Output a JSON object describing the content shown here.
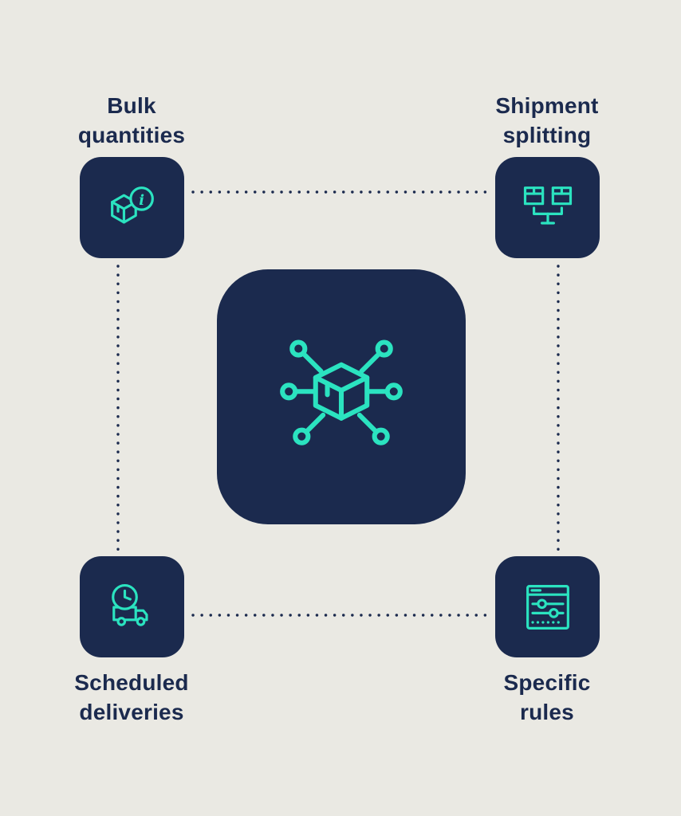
{
  "colors": {
    "background": "#eae9e3",
    "tile": "#1b2a4e",
    "accent": "#2be3c0",
    "text": "#1b2a4e"
  },
  "diagram": {
    "type": "hub-and-corners infographic",
    "center": {
      "icon": "distribution-network-box-icon"
    },
    "nodes": {
      "top_left": {
        "line1": "Bulk",
        "line2": "quantities",
        "icon": "package-info-icon"
      },
      "top_right": {
        "line1": "Shipment",
        "line2": "splitting",
        "icon": "split-packages-icon"
      },
      "bottom_left": {
        "line1": "Scheduled",
        "line2": "deliveries",
        "icon": "truck-clock-icon"
      },
      "bottom_right": {
        "line1": "Specific",
        "line2": "rules",
        "icon": "settings-sliders-icon"
      }
    },
    "info_badge_letter": "i",
    "connectors": "dotted lines linking the four corner tiles"
  }
}
